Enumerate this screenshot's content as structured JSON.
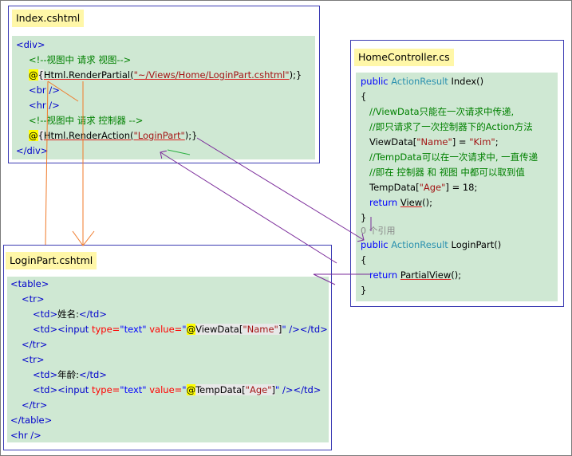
{
  "index_box": {
    "title": "Index.cshtml",
    "div_open": "<div>",
    "comment_view": "<!--视图中 请求 视图-->",
    "razor_at": "@",
    "open_brace": "{",
    "render_partial_call": "Html.RenderPartial(",
    "partial_path": "\"~/Views/Home/LoginPart.cshtml\"",
    "close_call": ");}",
    "br_tag": "<br />",
    "hr_tag": "<hr />",
    "comment_controller": "<!--视图中 请求 控制器 -->",
    "render_action_call": "Html.RenderAction(",
    "action_name": "\"LoginPart\"",
    "div_close": "</div>"
  },
  "controller_box": {
    "title": "HomeController.cs",
    "public_kw": "public",
    "action_result_type": "ActionResult",
    "index_sig": " Index()",
    "brace_open": "{",
    "cmt1": "//ViewData只能在一次请求中传递,",
    "cmt2": "//即只请求了一次控制器下的Action方法",
    "viewdata_pre": "ViewData[",
    "name_key": "\"Name\"",
    "viewdata_mid": "] = ",
    "kim_value": "\"Kim\"",
    "semicolon": ";",
    "cmt3": "//TempData可以在一次请求中, 一直传递",
    "cmt4": "//即在 控制器 和 视图 中都可以取到值",
    "tempdata_pre": "TempData[",
    "age_key": "\"Age\"",
    "tempdata_post": "] = 18;",
    "return_kw": "return",
    "view_call": "View",
    "view_tail": "();",
    "brace_close": "}",
    "refs": "0 个引用",
    "loginpart_sig": " LoginPart()",
    "partialview_call": "PartialView",
    "partialview_tail": "();"
  },
  "login_box": {
    "title": "LoginPart.cshtml",
    "table_open": "<table>",
    "tr_open": "<tr>",
    "td_open": "<td>",
    "name_label": "姓名:",
    "td_close": "</td>",
    "input_open": "<input",
    "type_attr": " type=",
    "type_val": "\"text\"",
    "value_attr": " value=",
    "q": "\"",
    "at": "@",
    "viewdata_expr": "ViewData[",
    "name_key": "\"Name\"",
    "expr_close": "]",
    "self_close": " />",
    "tr_close": "</tr>",
    "age_label": "年龄:",
    "tempdata_expr": "TempData[",
    "age_key": "\"Age\"",
    "table_close": "</table>",
    "hr_tag": "<hr />"
  },
  "colors": {
    "box_border": "#3b3bb3",
    "title_bg": "#fff7a8",
    "code_bg": "#cfe8d3",
    "orange_arrow": "#f07a2a",
    "purple_arrow": "#7a2a9a",
    "green_arrow": "#2ab040"
  }
}
